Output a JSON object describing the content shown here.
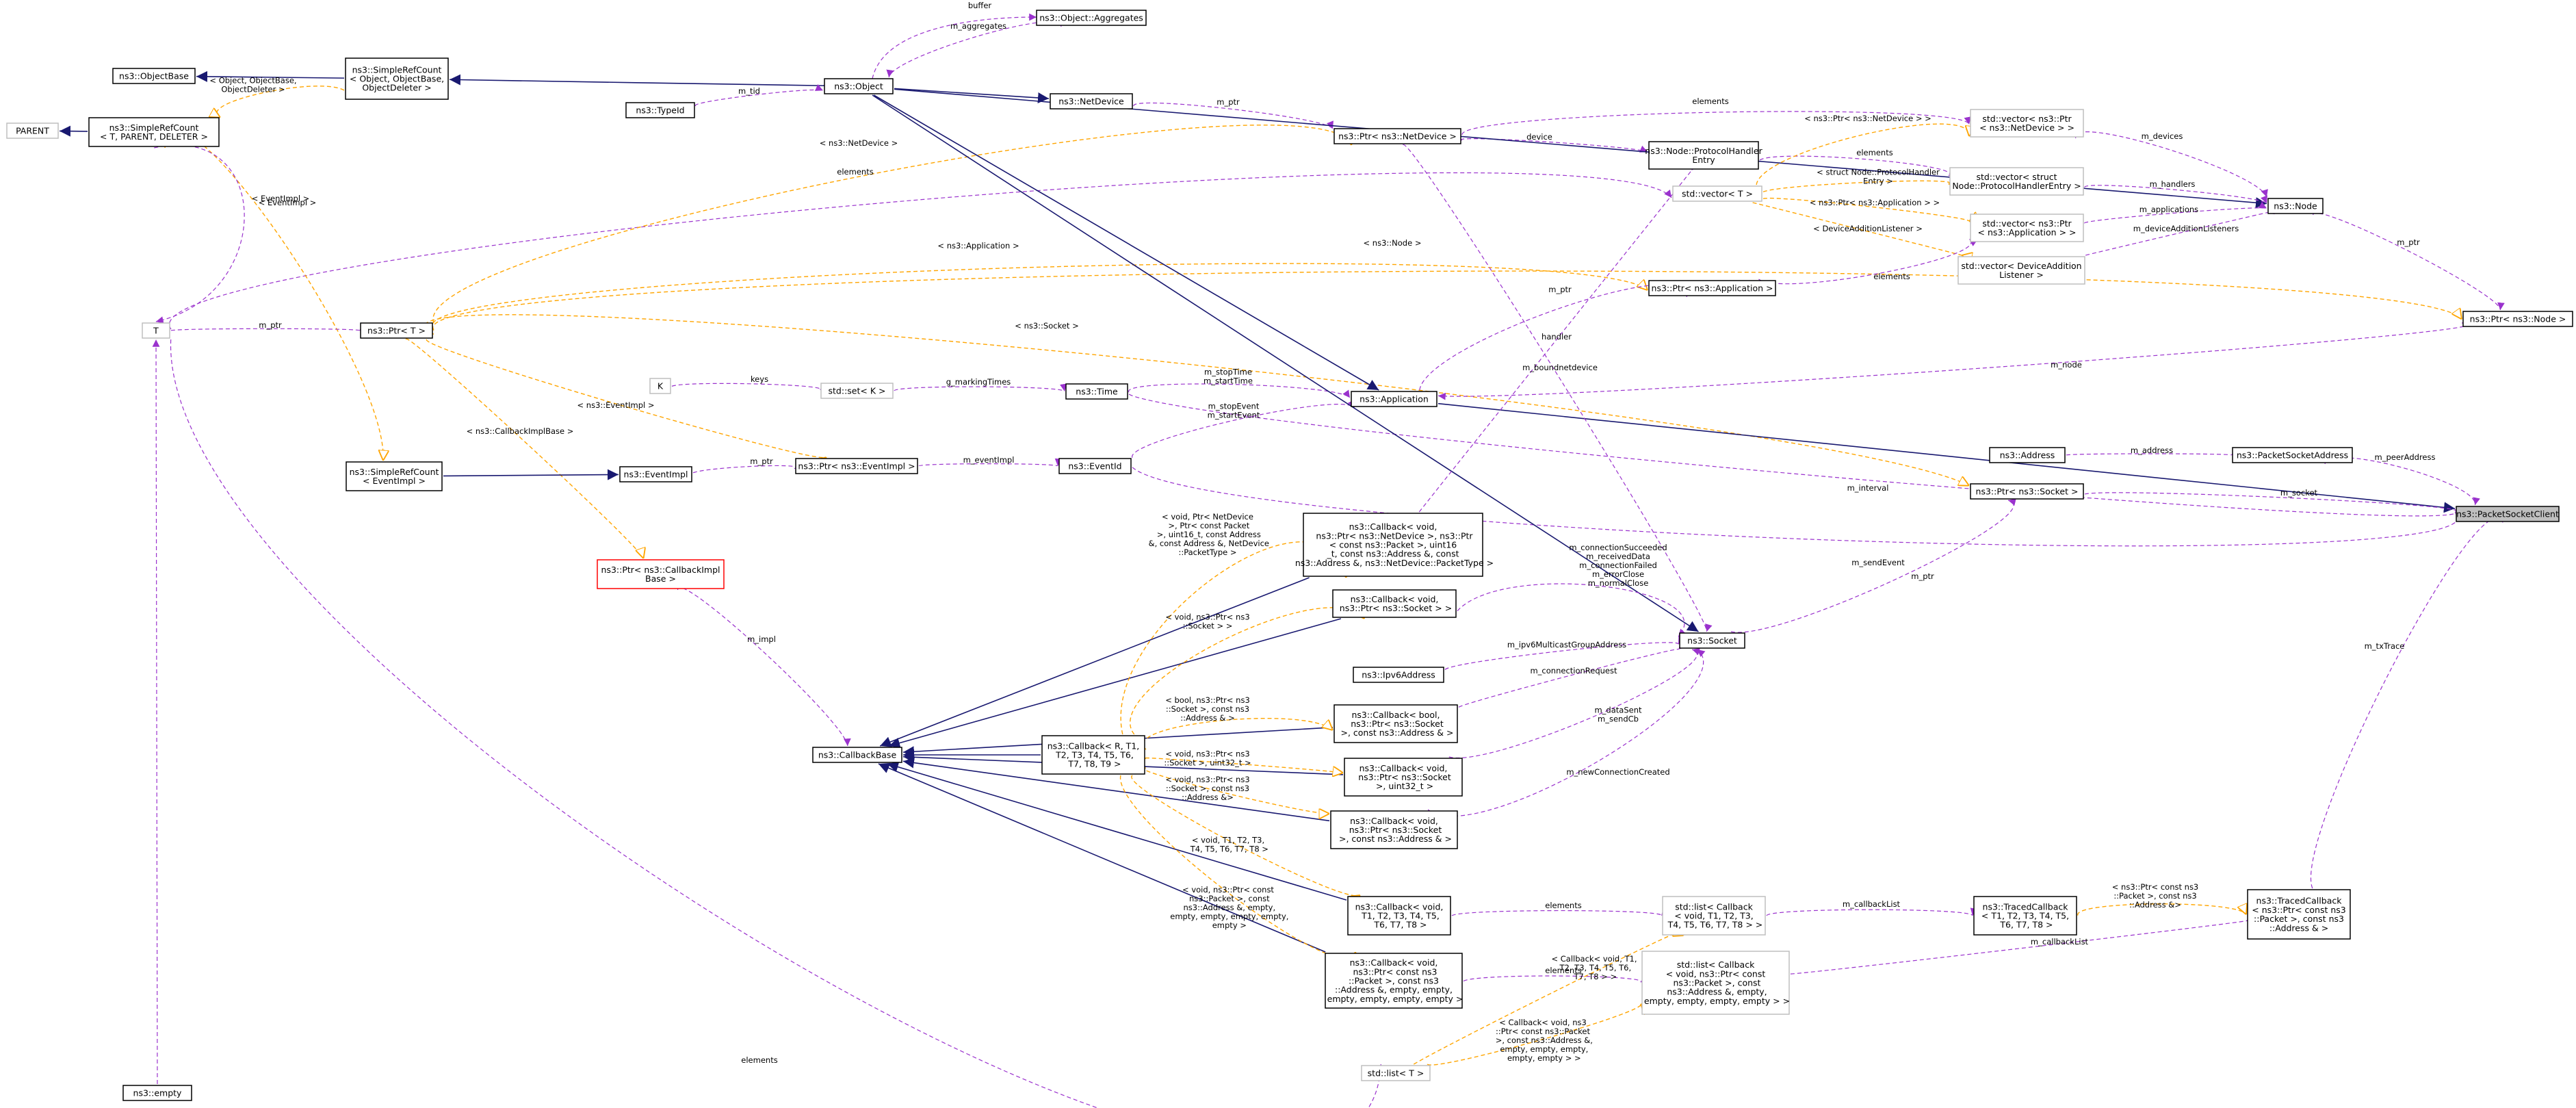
{
  "colors": {
    "inheritance": "#191970",
    "usage": "#9a32cd",
    "template": "#ffa500",
    "node_border": "#000000",
    "grey_border": "#bfbfbf",
    "red_border": "#ff0000",
    "highlight_fill": "#bfbfbf"
  },
  "nodes": [
    {
      "id": "packetSocketClient",
      "label": "ns3::PacketSocketClient",
      "style": "highlight"
    },
    {
      "id": "object",
      "label": "ns3::Object",
      "style": "normal"
    },
    {
      "id": "objectBase",
      "label": "ns3::ObjectBase",
      "style": "normal"
    },
    {
      "id": "simpleRefCountObj",
      "label": "ns3::SimpleRefCount\n< Object, ObjectBase,\nObjectDeleter >",
      "style": "normal"
    },
    {
      "id": "simpleRefCountT",
      "label": "ns3::SimpleRefCount\n< T, PARENT, DELETER >",
      "style": "normal"
    },
    {
      "id": "parent",
      "label": "PARENT",
      "style": "grey"
    },
    {
      "id": "typeId",
      "label": "ns3::TypeId",
      "style": "normal"
    },
    {
      "id": "aggregates",
      "label": "ns3::Object::Aggregates",
      "style": "normal"
    },
    {
      "id": "netDevice",
      "label": "ns3::NetDevice",
      "style": "normal"
    },
    {
      "id": "ptrNetDevice",
      "label": "ns3::Ptr< ns3::NetDevice >",
      "style": "normal"
    },
    {
      "id": "protocolHandlerEntry",
      "label": "ns3::Node::ProtocolHandler\nEntry",
      "style": "normal"
    },
    {
      "id": "vecPtrNetDevice",
      "label": "std::vector< ns3::Ptr\n< ns3::NetDevice > >",
      "style": "grey"
    },
    {
      "id": "vecProtocolHandler",
      "label": "std::vector< struct\nNode::ProtocolHandlerEntry >",
      "style": "grey"
    },
    {
      "id": "vectorT",
      "label": "std::vector< T >",
      "style": "grey"
    },
    {
      "id": "vecPtrApplication",
      "label": "std::vector< ns3::Ptr\n< ns3::Application > >",
      "style": "grey"
    },
    {
      "id": "vecDeviceAddition",
      "label": "std::vector< DeviceAddition\nListener >",
      "style": "grey"
    },
    {
      "id": "node",
      "label": "ns3::Node",
      "style": "normal"
    },
    {
      "id": "ptrNode",
      "label": "ns3::Ptr< ns3::Node >",
      "style": "normal"
    },
    {
      "id": "ptrApplication",
      "label": "ns3::Ptr< ns3::Application >",
      "style": "normal"
    },
    {
      "id": "ptrT",
      "label": "ns3::Ptr< T >",
      "style": "normal"
    },
    {
      "id": "T",
      "label": "T",
      "style": "grey"
    },
    {
      "id": "K",
      "label": "K",
      "style": "grey"
    },
    {
      "id": "setK",
      "label": "std::set< K >",
      "style": "grey"
    },
    {
      "id": "time",
      "label": "ns3::Time",
      "style": "normal"
    },
    {
      "id": "application",
      "label": "ns3::Application",
      "style": "normal"
    },
    {
      "id": "address",
      "label": "ns3::Address",
      "style": "normal"
    },
    {
      "id": "packetSocketAddress",
      "label": "ns3::PacketSocketAddress",
      "style": "normal"
    },
    {
      "id": "ptrSocket",
      "label": "ns3::Ptr< ns3::Socket >",
      "style": "normal"
    },
    {
      "id": "simpleRefCountEvent",
      "label": "ns3::SimpleRefCount\n< EventImpl >",
      "style": "normal"
    },
    {
      "id": "eventImpl",
      "label": "ns3::EventImpl",
      "style": "normal"
    },
    {
      "id": "ptrEventImpl",
      "label": "ns3::Ptr< ns3::EventImpl >",
      "style": "normal"
    },
    {
      "id": "eventId",
      "label": "ns3::EventId",
      "style": "normal"
    },
    {
      "id": "ptrCallbackImplBase",
      "label": "ns3::Ptr< ns3::CallbackImpl\nBase >",
      "style": "red"
    },
    {
      "id": "cbNetDevice",
      "label": "ns3::Callback< void,\n ns3::Ptr< ns3::NetDevice >, ns3::Ptr\n< const ns3::Packet >, uint16\n_t, const ns3::Address &, const\n ns3::Address &, ns3::NetDevice::PacketType >",
      "style": "normal"
    },
    {
      "id": "cbSocket",
      "label": "ns3::Callback< void,\n ns3::Ptr< ns3::Socket > >",
      "style": "normal"
    },
    {
      "id": "socket",
      "label": "ns3::Socket",
      "style": "normal"
    },
    {
      "id": "ipv6Address",
      "label": "ns3::Ipv6Address",
      "style": "normal"
    },
    {
      "id": "cbBoolSocket",
      "label": "ns3::Callback< bool,\n ns3::Ptr< ns3::Socket\n >, const ns3::Address & >",
      "style": "normal"
    },
    {
      "id": "callbackBase",
      "label": "ns3::CallbackBase",
      "style": "normal"
    },
    {
      "id": "callbackGeneric",
      "label": "ns3::Callback< R, T1,\n T2, T3, T4, T5, T6,\n T7, T8, T9 >",
      "style": "normal"
    },
    {
      "id": "cbSocketUint",
      "label": "ns3::Callback< void,\n ns3::Ptr< ns3::Socket\n >, uint32_t >",
      "style": "normal"
    },
    {
      "id": "cbSocketAddr",
      "label": "ns3::Callback< void,\n ns3::Ptr< ns3::Socket\n >, const ns3::Address & >",
      "style": "normal"
    },
    {
      "id": "cbVoidT",
      "label": "ns3::Callback< void,\n T1, T2, T3, T4, T5,\n T6, T7, T8 >",
      "style": "normal"
    },
    {
      "id": "cbPacket",
      "label": "ns3::Callback< void,\n ns3::Ptr< const ns3\n::Packet >, const ns3\n::Address &, empty, empty,\n empty, empty, empty, empty >",
      "style": "normal"
    },
    {
      "id": "listCallbackT",
      "label": "std::list< Callback\n< void, T1, T2, T3,\n T4, T5, T6, T7, T8 > >",
      "style": "grey"
    },
    {
      "id": "listCallbackPacket",
      "label": "std::list< Callback\n< void, ns3::Ptr< const\n ns3::Packet >, const\n ns3::Address &, empty,\n empty, empty, empty, empty > >",
      "style": "grey"
    },
    {
      "id": "tracedCallbackT",
      "label": "ns3::TracedCallback\n< T1, T2, T3, T4, T5,\n T6, T7, T8 >",
      "style": "normal"
    },
    {
      "id": "tracedCallbackPacket",
      "label": "ns3::TracedCallback\n< ns3::Ptr< const ns3\n::Packet >, const ns3\n::Address & >",
      "style": "normal"
    },
    {
      "id": "listT",
      "label": "std::list< T >",
      "style": "grey"
    },
    {
      "id": "empty",
      "label": "ns3::empty",
      "style": "normal"
    }
  ],
  "edges": [
    {
      "from": "object",
      "to": "simpleRefCountObj",
      "kind": "inheritance",
      "label": ""
    },
    {
      "from": "simpleRefCountObj",
      "to": "objectBase",
      "kind": "inheritance",
      "label": ""
    },
    {
      "from": "simpleRefCountT",
      "to": "parent",
      "kind": "inheritance",
      "label": ""
    },
    {
      "from": "simpleRefCountObj",
      "to": "simpleRefCountT",
      "kind": "template",
      "label": "< Object, ObjectBase,\nObjectDeleter >"
    },
    {
      "from": "typeId",
      "to": "object",
      "kind": "usage",
      "label": "m_tid"
    },
    {
      "from": "aggregates",
      "to": "object",
      "kind": "usage",
      "label": "m_aggregates"
    },
    {
      "from": "object",
      "to": "object",
      "kind": "usage",
      "label": "buffer"
    },
    {
      "from": "object",
      "to": "netDevice",
      "kind": "inheritance",
      "label": ""
    },
    {
      "from": "netDevice",
      "to": "ptrNetDevice",
      "kind": "usage",
      "label": "m_ptr"
    },
    {
      "from": "ptrNetDevice",
      "to": "protocolHandlerEntry",
      "kind": "usage",
      "label": "device"
    },
    {
      "from": "ptrNetDevice",
      "to": "vecPtrNetDevice",
      "kind": "usage",
      "label": "elements"
    },
    {
      "from": "vecPtrNetDevice",
      "to": "node",
      "kind": "usage",
      "label": "m_devices"
    },
    {
      "from": "object",
      "to": "node",
      "kind": "inheritance",
      "label": ""
    },
    {
      "from": "protocolHandlerEntry",
      "to": "vecProtocolHandler",
      "kind": "usage",
      "label": "elements"
    },
    {
      "from": "vecProtocolHandler",
      "to": "node",
      "kind": "usage",
      "label": "m_handlers"
    },
    {
      "from": "vecPtrApplication",
      "to": "node",
      "kind": "usage",
      "label": "m_applications"
    },
    {
      "from": "vecDeviceAddition",
      "to": "node",
      "kind": "usage",
      "label": "m_deviceAdditionListeners"
    },
    {
      "from": "node",
      "to": "ptrNode",
      "kind": "usage",
      "label": "m_ptr"
    },
    {
      "from": "vectorT",
      "to": "vecPtrNetDevice",
      "kind": "template",
      "label": "< ns3::Ptr< ns3::NetDevice > >"
    },
    {
      "from": "vectorT",
      "to": "vecProtocolHandler",
      "kind": "template",
      "label": "< struct Node::ProtocolHandler\nEntry >"
    },
    {
      "from": "vectorT",
      "to": "vecPtrApplication",
      "kind": "template",
      "label": "< ns3::Ptr< ns3::Application > >"
    },
    {
      "from": "vectorT",
      "to": "vecDeviceAddition",
      "kind": "template",
      "label": "< DeviceAdditionListener >"
    },
    {
      "from": "T",
      "to": "vectorT",
      "kind": "usage",
      "label": "elements"
    },
    {
      "from": "ptrT",
      "to": "ptrNetDevice",
      "kind": "template",
      "label": "< ns3::NetDevice >"
    },
    {
      "from": "ptrT",
      "to": "ptrApplication",
      "kind": "template",
      "label": "< ns3::Application >"
    },
    {
      "from": "ptrT",
      "to": "ptrNode",
      "kind": "template",
      "label": "< ns3::Node >"
    },
    {
      "from": "ptrT",
      "to": "ptrSocket",
      "kind": "template",
      "label": "< ns3::Socket >"
    },
    {
      "from": "ptrT",
      "to": "ptrEventImpl",
      "kind": "template",
      "label": "< ns3::EventImpl >"
    },
    {
      "from": "ptrT",
      "to": "ptrCallbackImplBase",
      "kind": "template",
      "label": "< ns3::CallbackImplBase >"
    },
    {
      "from": "simpleRefCountT",
      "to": "simpleRefCountEvent",
      "kind": "template",
      "label": "< EventImpl >"
    },
    {
      "from": "T",
      "to": "ptrT",
      "kind": "usage",
      "label": "m_ptr"
    },
    {
      "from": "application",
      "to": "ptrApplication",
      "kind": "usage",
      "label": "m_ptr"
    },
    {
      "from": "ptrApplication",
      "to": "vecPtrApplication",
      "kind": "usage",
      "label": "elements"
    },
    {
      "from": "K",
      "to": "setK",
      "kind": "usage",
      "label": "keys"
    },
    {
      "from": "setK",
      "to": "time",
      "kind": "usage",
      "label": "g_markingTimes"
    },
    {
      "from": "time",
      "to": "application",
      "kind": "usage",
      "label": "m_stopTime\nm_startTime"
    },
    {
      "from": "object",
      "to": "application",
      "kind": "inheritance",
      "label": ""
    },
    {
      "from": "ptrNode",
      "to": "application",
      "kind": "usage",
      "label": "m_node"
    },
    {
      "from": "application",
      "to": "packetSocketClient",
      "kind": "inheritance",
      "label": ""
    },
    {
      "from": "eventId",
      "to": "application",
      "kind": "usage",
      "label": "m_stopEvent\nm_startEvent"
    },
    {
      "from": "simpleRefCountEvent",
      "to": "eventImpl",
      "kind": "inheritance",
      "label": ""
    },
    {
      "from": "eventImpl",
      "to": "ptrEventImpl",
      "kind": "usage",
      "label": "m_ptr"
    },
    {
      "from": "ptrEventImpl",
      "to": "eventId",
      "kind": "usage",
      "label": "m_eventImpl"
    },
    {
      "from": "address",
      "to": "packetSocketAddress",
      "kind": "usage",
      "label": "m_address"
    },
    {
      "from": "packetSocketAddress",
      "to": "packetSocketClient",
      "kind": "usage",
      "label": "m_peerAddress"
    },
    {
      "from": "ptrSocket",
      "to": "packetSocketClient",
      "kind": "usage",
      "label": "m_socket"
    },
    {
      "from": "time",
      "to": "packetSocketClient",
      "kind": "usage",
      "label": "m_interval"
    },
    {
      "from": "eventId",
      "to": "packetSocketClient",
      "kind": "usage",
      "label": "m_sendEvent"
    },
    {
      "from": "socket",
      "to": "ptrSocket",
      "kind": "usage",
      "label": "m_ptr"
    },
    {
      "from": "object",
      "to": "socket",
      "kind": "inheritance",
      "label": ""
    },
    {
      "from": "ptrNetDevice",
      "to": "socket",
      "kind": "usage",
      "label": "m_boundnetdevice"
    },
    {
      "from": "cbNetDevice",
      "to": "protocolHandlerEntry",
      "kind": "usage",
      "label": "handler"
    },
    {
      "from": "cbSocket",
      "to": "socket",
      "kind": "usage",
      "label": "m_connectionSucceeded\nm_receivedData\nm_connectionFailed\nm_errorClose\nm_normalClose"
    },
    {
      "from": "ipv6Address",
      "to": "socket",
      "kind": "usage",
      "label": "m_ipv6MulticastGroupAddress"
    },
    {
      "from": "cbBoolSocket",
      "to": "socket",
      "kind": "usage",
      "label": "m_connectionRequest"
    },
    {
      "from": "cbSocketUint",
      "to": "socket",
      "kind": "usage",
      "label": "m_dataSent\nm_sendCb"
    },
    {
      "from": "cbSocketAddr",
      "to": "socket",
      "kind": "usage",
      "label": "m_newConnectionCreated"
    },
    {
      "from": "cbNetDevice",
      "to": "callbackBase",
      "kind": "inheritance",
      "label": ""
    },
    {
      "from": "cbSocket",
      "to": "callbackBase",
      "kind": "inheritance",
      "label": ""
    },
    {
      "from": "cbBoolSocket",
      "to": "callbackBase",
      "kind": "inheritance",
      "label": ""
    },
    {
      "from": "callbackGeneric",
      "to": "callbackBase",
      "kind": "inheritance",
      "label": ""
    },
    {
      "from": "cbSocketUint",
      "to": "callbackBase",
      "kind": "inheritance",
      "label": ""
    },
    {
      "from": "cbSocketAddr",
      "to": "callbackBase",
      "kind": "inheritance",
      "label": ""
    },
    {
      "from": "cbVoidT",
      "to": "callbackBase",
      "kind": "inheritance",
      "label": ""
    },
    {
      "from": "cbPacket",
      "to": "callbackBase",
      "kind": "inheritance",
      "label": ""
    },
    {
      "from": "ptrCallbackImplBase",
      "to": "callbackBase",
      "kind": "usage",
      "label": "m_impl"
    },
    {
      "from": "callbackGeneric",
      "to": "cbNetDevice",
      "kind": "template",
      "label": "< void, Ptr< NetDevice\n >, Ptr< const Packet\n >, uint16_t, const Address\n &, const Address &, NetDevice\n::PacketType >"
    },
    {
      "from": "callbackGeneric",
      "to": "cbSocket",
      "kind": "template",
      "label": "< void, ns3::Ptr< ns3\n::Socket > >"
    },
    {
      "from": "callbackGeneric",
      "to": "cbBoolSocket",
      "kind": "template",
      "label": "< bool, ns3::Ptr< ns3\n::Socket >, const ns3\n::Address & >"
    },
    {
      "from": "callbackGeneric",
      "to": "cbSocketUint",
      "kind": "template",
      "label": "< void, ns3::Ptr< ns3\n::Socket >, uint32_t >"
    },
    {
      "from": "callbackGeneric",
      "to": "cbSocketAddr",
      "kind": "template",
      "label": "< void, ns3::Ptr< ns3\n::Socket >, const ns3\n::Address &>"
    },
    {
      "from": "callbackGeneric",
      "to": "cbVoidT",
      "kind": "template",
      "label": "< void, T1, T2, T3,\n T4, T5, T6, T7, T8 >"
    },
    {
      "from": "callbackGeneric",
      "to": "cbPacket",
      "kind": "template",
      "label": "< void, ns3::Ptr< const\n ns3::Packet >, const\n ns3::Address &, empty,\n empty, empty, empty, empty,\n empty >"
    },
    {
      "from": "cbVoidT",
      "to": "listCallbackT",
      "kind": "usage",
      "label": "elements"
    },
    {
      "from": "cbPacket",
      "to": "listCallbackPacket",
      "kind": "usage",
      "label": "elements"
    },
    {
      "from": "listCallbackT",
      "to": "tracedCallbackT",
      "kind": "usage",
      "label": "m_callbackList"
    },
    {
      "from": "listCallbackPacket",
      "to": "tracedCallbackPacket",
      "kind": "usage",
      "label": "m_callbackList"
    },
    {
      "from": "tracedCallbackT",
      "to": "tracedCallbackPacket",
      "kind": "template",
      "label": "< ns3::Ptr< const ns3\n::Packet >, const ns3\n::Address &>"
    },
    {
      "from": "tracedCallbackPacket",
      "to": "packetSocketClient",
      "kind": "usage",
      "label": "m_txTrace"
    },
    {
      "from": "listT",
      "to": "listCallbackT",
      "kind": "template",
      "label": "< Callback< void, T1,\n T2, T3, T4, T5, T6,\n T7, T8 > >"
    },
    {
      "from": "listT",
      "to": "listCallbackPacket",
      "kind": "template",
      "label": "< Callback< void, ns3\n::Ptr< const ns3::Packet\n >, const ns3::Address &,\n empty, empty, empty,\n empty, empty > >"
    },
    {
      "from": "T",
      "to": "listT",
      "kind": "usage",
      "label": "elements"
    },
    {
      "from": "simpleRefCountT",
      "to": "T",
      "kind": "usage",
      "label": "< EventImpl >"
    },
    {
      "from": "empty",
      "to": "T",
      "kind": "usage",
      "label": ""
    }
  ]
}
